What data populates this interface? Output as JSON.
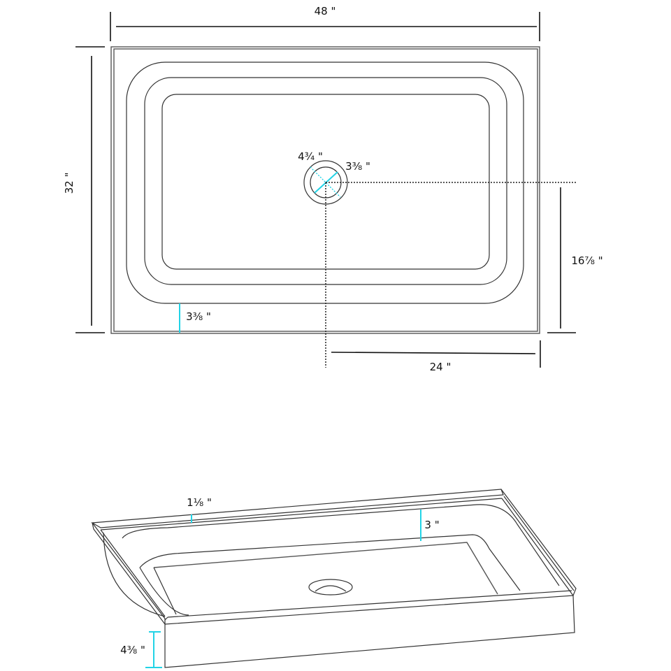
{
  "top_view": {
    "width_label": "48 \"",
    "depth_label": "32 \"",
    "drain_outer_label": "4¾ \"",
    "drain_inner_label": "3⅜ \"",
    "drain_offset_y_label": "16⅞ \"",
    "drain_offset_x_label": "24 \"",
    "threshold_label": "3⅜ \""
  },
  "iso_view": {
    "wall_thickness_label": "1⅛ \"",
    "curb_height_label": "3 \"",
    "base_height_label": "4⅜ \""
  },
  "colors": {
    "dimension_accent": "#22d3e6",
    "line": "#333333",
    "background": "#ffffff"
  }
}
